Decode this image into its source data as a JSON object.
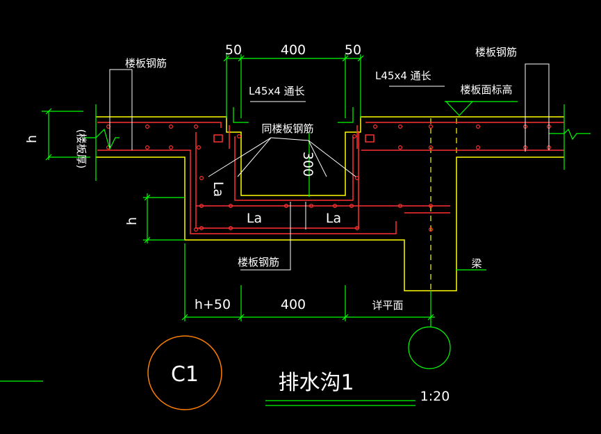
{
  "drawing": {
    "dims": {
      "left_gap": "50",
      "channel_width": "400",
      "right_gap": "50",
      "depth": "300",
      "bottom_left": "h+50",
      "bottom_width": "400",
      "bottom_right": "详平面",
      "left_h_top": "h",
      "left_h_mid": "h",
      "slab_thickness": "(楼板厚)"
    },
    "labels": {
      "slab_rebar_top_left": "楼板钢筋",
      "slab_rebar_top_right": "楼板钢筋",
      "slab_rebar_bottom": "楼板钢筋",
      "angle_left": "L45x4 通长",
      "angle_right": "L45x4 通长",
      "same_slab_rebar": "同楼板钢筋",
      "slab_top_elevation": "楼板面标高",
      "la_1": "La",
      "la_2": "La",
      "la_3": "La",
      "beam": "梁"
    },
    "title_block": {
      "detail_id": "C1",
      "title": "排水沟1",
      "scale": "1:20"
    },
    "colors": {
      "background": "#000000",
      "outline": "#ffff00",
      "rebar": "#ff3030",
      "dimension": "#00ff00",
      "text": "#ffffff",
      "leader": "#ffffff",
      "detail_circle": "#ff7f00"
    }
  }
}
